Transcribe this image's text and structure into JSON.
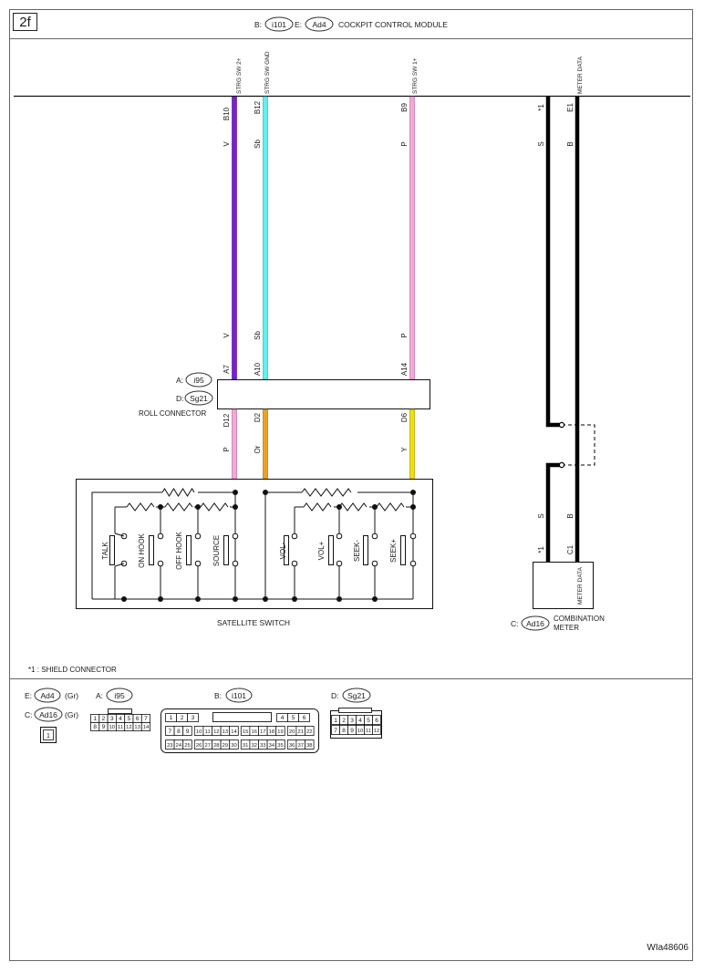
{
  "page_tag": "2f",
  "doc_id": "WIa48606",
  "colors": {
    "violet": "#7a1fd6",
    "sky": "#5ff0f0",
    "pink": "#f5a8d8",
    "orange": "#f0a020",
    "yellow": "#f4e000",
    "black": "#000000"
  },
  "module": {
    "b_prefix": "B:",
    "b_conn": "i101",
    "e_prefix": "E:",
    "e_conn": "Ad4",
    "name": "COCKPIT CONTROL MODULE"
  },
  "signals": {
    "strg_sw_2": "STRG SW 2+",
    "strg_sw_gnd": "STRG SW GND",
    "strg_sw_1": "STRG SW 1+",
    "meter_data": "METER DATA"
  },
  "pins_top": {
    "b10": "B10",
    "b12": "B12",
    "b9": "B9",
    "shield": "*1",
    "e1": "E1"
  },
  "colors_top": {
    "w1": "V",
    "w2": "Sb",
    "w3": "P",
    "w4": "S",
    "w5": "B"
  },
  "colors_mid": {
    "w1": "V",
    "w2": "Sb",
    "w3": "P"
  },
  "pins_mid": {
    "a7": "A7",
    "a10": "A10",
    "a14": "A14"
  },
  "roll": {
    "a_prefix": "A:",
    "a_conn": "i95",
    "d_prefix": "D:",
    "d_conn": "Sg21",
    "name": "ROLL CONNECTOR"
  },
  "pins_low": {
    "d12": "D12",
    "d2": "D2",
    "d6": "D6"
  },
  "colors_low": {
    "w1": "P",
    "w2": "Or",
    "w3": "Y"
  },
  "switch": {
    "name": "SATELLITE SWITCH",
    "buttons": {
      "talk": "TALK",
      "on_hook": "ON HOOK",
      "off_hook": "OFF HOOK",
      "source": "SOURCE",
      "vol_minus": "VOL-",
      "vol_plus": "VOL+",
      "seek_minus": "SEEK-",
      "seek_plus": "SEEK+"
    }
  },
  "meter": {
    "colors": {
      "s": "S",
      "b": "B"
    },
    "pins": {
      "shield": "*1",
      "c1": "C1"
    },
    "label": "METER DATA",
    "c_prefix": "C:",
    "c_conn": "Ad16",
    "name_1": "COMBINATION",
    "name_2": "METER"
  },
  "note": "*1  : SHIELD CONNECTOR",
  "legend": {
    "e_prefix": "E:",
    "e_conn": "Ad4",
    "e_color": "(Gr)",
    "c_prefix": "C:",
    "c_conn": "Ad16",
    "c_color": "(Gr)",
    "c_pin": "1",
    "a_prefix": "A:",
    "a_conn": "i95",
    "a_row1": [
      "1",
      "2",
      "3",
      "4",
      "5",
      "6",
      "7"
    ],
    "a_row2": [
      "8",
      "9",
      "10",
      "11",
      "12",
      "13",
      "14"
    ],
    "b_prefix": "B:",
    "b_conn": "i101",
    "b_row1a": [
      "1",
      "2",
      "3"
    ],
    "b_row1b": [
      "4",
      "5",
      "6"
    ],
    "b_row2": [
      "7",
      "8",
      "9",
      "10",
      "11",
      "12",
      "13",
      "14",
      "15",
      "16",
      "17",
      "18",
      "19",
      "20",
      "21",
      "22"
    ],
    "b_row3": [
      "23",
      "24",
      "25",
      "26",
      "27",
      "28",
      "29",
      "30",
      "31",
      "32",
      "33",
      "34",
      "35",
      "36",
      "37",
      "38"
    ],
    "d_prefix": "D:",
    "d_conn": "Sg21",
    "d_row1": [
      "1",
      "2",
      "3",
      "4",
      "5",
      "6"
    ],
    "d_row2": [
      "7",
      "8",
      "9",
      "10",
      "11",
      "12"
    ]
  }
}
